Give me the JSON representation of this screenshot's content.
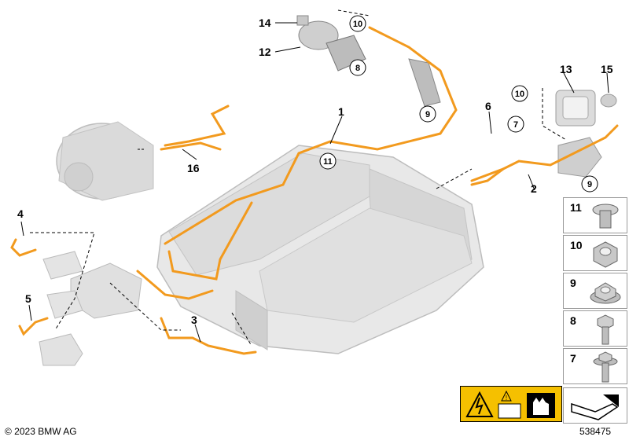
{
  "callouts": {
    "c1": "1",
    "c2": "2",
    "c3": "3",
    "c4": "4",
    "c5": "5",
    "c6": "6",
    "c12": "12",
    "c13": "13",
    "c14": "14",
    "c15": "15",
    "c16": "16"
  },
  "circled_callouts": {
    "c7": "7",
    "c8": "8",
    "c9a": "9",
    "c9b": "9",
    "c10a": "10",
    "c10b": "10",
    "c11": "11"
  },
  "side_panel": [
    {
      "num": "11",
      "icon": "rivet-nut-icon"
    },
    {
      "num": "10",
      "icon": "hex-nut-icon"
    },
    {
      "num": "9",
      "icon": "flange-nut-icon"
    },
    {
      "num": "8",
      "icon": "hex-bolt-icon"
    },
    {
      "num": "7",
      "icon": "flange-bolt-icon"
    }
  ],
  "footer": {
    "copyright": "© 2023 BMW AG",
    "diagram_number": "538475"
  },
  "colors": {
    "cable": "#f29a1e",
    "part_gray": "#d9d9d9",
    "warning_yellow": "#f5c000"
  }
}
